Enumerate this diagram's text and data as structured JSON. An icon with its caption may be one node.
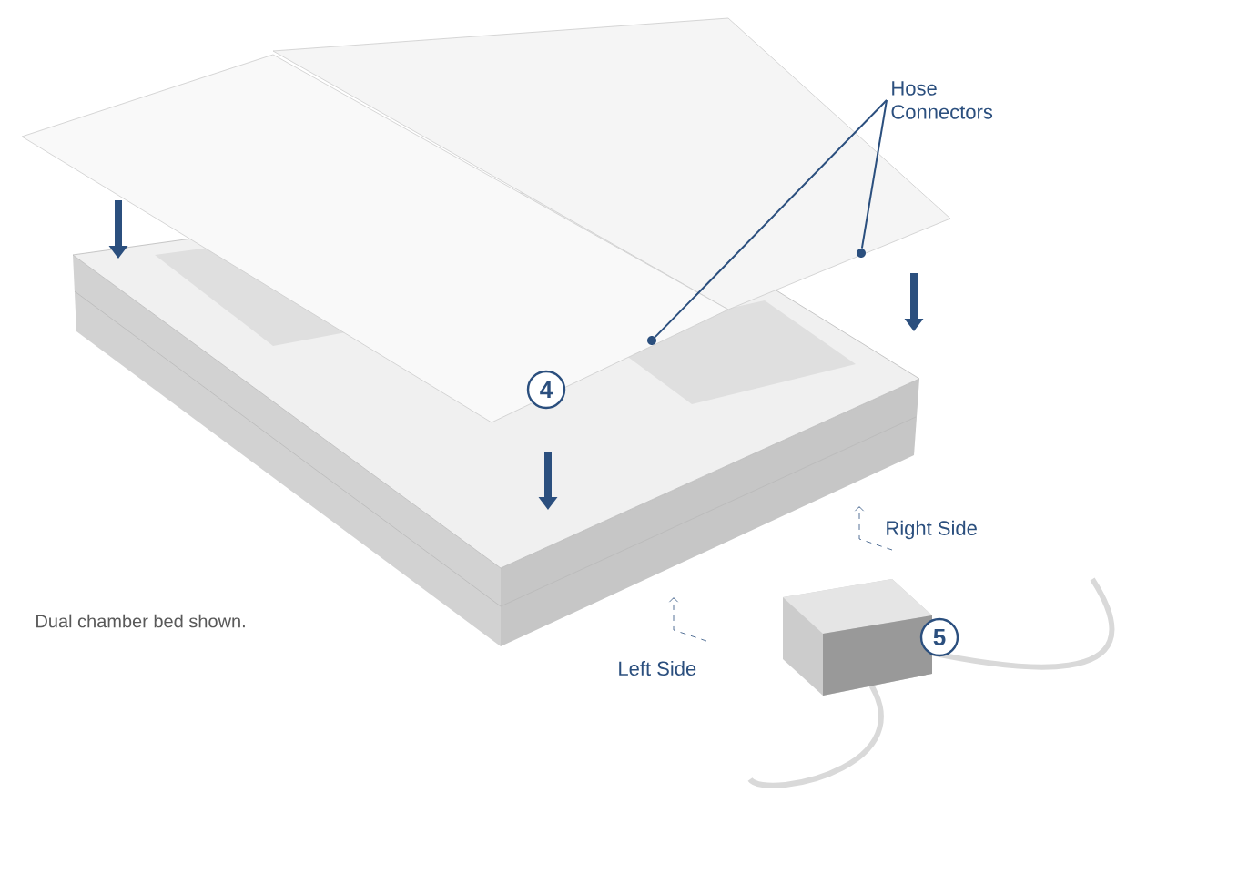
{
  "diagram": {
    "nodes": [
      {
        "text": [
          "Hose Connectors"
        ]
      },
      {
        "text": [],
        "shape": "circle"
      },
      {
        "text": [],
        "shape": "circle"
      }
    ],
    "edges": [
      {
        "from": 0,
        "to": 1,
        "arrow": "none"
      },
      {
        "from": 0,
        "to": 2,
        "arrow": "none"
      }
    ],
    "labels": [
      "4",
      "Right Side",
      "Left Side",
      "5",
      "Dual chamber bed shown."
    ]
  }
}
